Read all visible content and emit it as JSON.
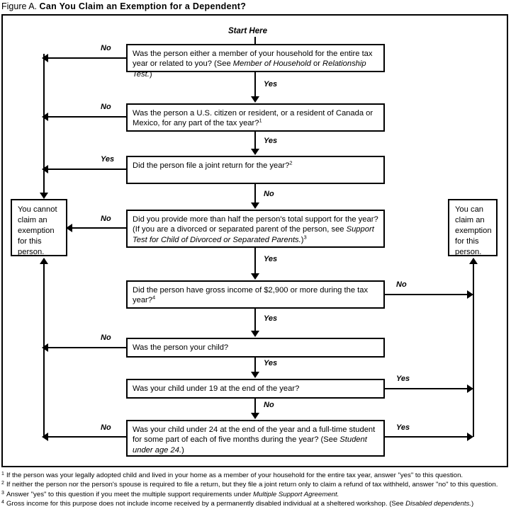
{
  "figure": {
    "label": "Figure A.",
    "title": "Can You Claim an Exemption for a Dependent?"
  },
  "start_label": "Start Here",
  "terminals": {
    "cannot": "You cannot claim an exemption for this person.",
    "can": "You can claim an exemption for this person."
  },
  "edge_labels": {
    "yes": "Yes",
    "no": "No"
  },
  "chart_data": {
    "type": "diagram",
    "title": "Can You Claim an Exemption for a Dependent?",
    "nodes": [
      {
        "id": "q1",
        "kind": "decision",
        "text": "Was the person either a member of your household for the entire tax year or related to you? (See Member of Household or Relationship Test.)"
      },
      {
        "id": "q2",
        "kind": "decision",
        "text": "Was the person a U.S. citizen or resident, or a resident of Canada or Mexico, for any part of the tax year?1"
      },
      {
        "id": "q3",
        "kind": "decision",
        "text": "Did the person file a joint return for the year?2"
      },
      {
        "id": "q4",
        "kind": "decision",
        "text": "Did you provide more than half the person's total support for the year? (If you are a divorced or separated parent of the person, see Support Test for Child of Divorced or Separated Parents.)3"
      },
      {
        "id": "q5",
        "kind": "decision",
        "text": "Did the person have gross income of $2,900 or more during the tax year?4"
      },
      {
        "id": "q6",
        "kind": "decision",
        "text": "Was the person your child?"
      },
      {
        "id": "q7",
        "kind": "decision",
        "text": "Was your child under 19 at the end of the year?"
      },
      {
        "id": "q8",
        "kind": "decision",
        "text": "Was your child under 24 at the end of the year and a full-time student for some part of each of five months during the year? (See Student under age 24.)"
      },
      {
        "id": "cannot",
        "kind": "terminal",
        "text": "You cannot claim an exemption for this person."
      },
      {
        "id": "can",
        "kind": "terminal",
        "text": "You can claim an exemption for this person."
      }
    ],
    "edges": [
      {
        "from": "q1",
        "to": "cannot",
        "label": "No"
      },
      {
        "from": "q1",
        "to": "q2",
        "label": "Yes"
      },
      {
        "from": "q2",
        "to": "cannot",
        "label": "No"
      },
      {
        "from": "q2",
        "to": "q3",
        "label": "Yes"
      },
      {
        "from": "q3",
        "to": "cannot",
        "label": "Yes"
      },
      {
        "from": "q3",
        "to": "q4",
        "label": "No"
      },
      {
        "from": "q4",
        "to": "cannot",
        "label": "No"
      },
      {
        "from": "q4",
        "to": "q5",
        "label": "Yes"
      },
      {
        "from": "q5",
        "to": "can",
        "label": "No"
      },
      {
        "from": "q5",
        "to": "q6",
        "label": "Yes"
      },
      {
        "from": "q6",
        "to": "cannot",
        "label": "No"
      },
      {
        "from": "q6",
        "to": "q7",
        "label": "Yes"
      },
      {
        "from": "q7",
        "to": "can",
        "label": "Yes"
      },
      {
        "from": "q7",
        "to": "q8",
        "label": "No"
      },
      {
        "from": "q8",
        "to": "cannot",
        "label": "No"
      },
      {
        "from": "q8",
        "to": "can",
        "label": "Yes"
      }
    ]
  },
  "boxes": {
    "q1": {
      "p1": "Was the person either a member of your household for the entire tax year or related to you? (See ",
      "i1": "Member of Household",
      "p2": " or ",
      "i2": "Relationship Test.",
      "p3": ")"
    },
    "q2": {
      "p1": "Was the person a U.S. citizen or resident, or a resident of Canada or Mexico, for any part of the tax year?",
      "sup": "1"
    },
    "q3": {
      "p1": "Did the person file a joint return for the year?",
      "sup": "2"
    },
    "q4": {
      "p1": "Did you provide more than half the person's total support for the year? (If you are a divorced or separated parent of the person, see ",
      "i1": "Support Test for Child of Divorced or Separated Parents.",
      "p2": ")",
      "sup": "3"
    },
    "q5": {
      "p1": "Did the person have gross income of $2,900 or more during the tax year?",
      "sup": "4"
    },
    "q6": {
      "p1": "Was the person your child?"
    },
    "q7": {
      "p1": "Was your child under 19 at the end of the year?"
    },
    "q8": {
      "p1": "Was your child under 24 at the end of the year and a full-time student for some part of each of five months during the year? (See ",
      "i1": "Student under age 24.",
      "p2": ")"
    }
  },
  "footnotes": [
    {
      "marker": "1",
      "p1": "If the person was your legally adopted child and lived in your home as a member of your household for the entire tax year, answer \"yes\" to this question."
    },
    {
      "marker": "2",
      "p1": "If neither the person nor the person's spouse is required to file a return, but they file a joint return only to claim a refund of tax withheld, answer \"no\" to this question."
    },
    {
      "marker": "3",
      "p1": "Answer \"yes\" to this question if you meet the multiple support requirements under ",
      "i1": "Multiple Support Agreement.",
      "p2": ""
    },
    {
      "marker": "4",
      "p1": "Gross income for this purpose does not include income received by a permanently disabled individual at a sheltered workshop. (See ",
      "i1": "Disabled dependents.",
      "p2": ")"
    }
  ]
}
